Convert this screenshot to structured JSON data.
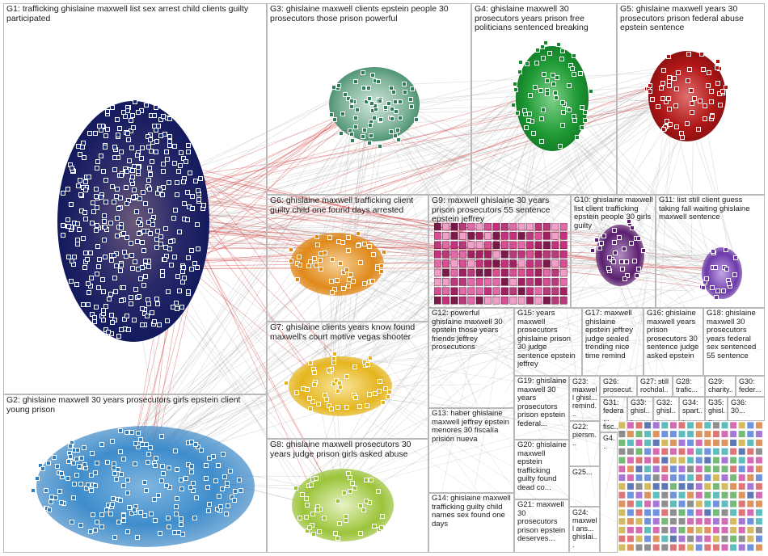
{
  "groups": [
    {
      "id": "G1",
      "label": "G1: trafficking ghislaine maxwell list sex arrest child clients guilty participated",
      "color": "#1a1f6e"
    },
    {
      "id": "G2",
      "label": "G2: ghislaine maxwell 30 years prosecutors girls epstein client young prison",
      "color": "#2f7fc0"
    },
    {
      "id": "G3",
      "label": "G3: ghislaine maxwell clients epstein people 30 prosecutors those prison powerful",
      "color": "#2f7f5a"
    },
    {
      "id": "G4",
      "label": "G4: ghislaine maxwell 30 prosecutors years prison free politicians sentenced breaking",
      "color": "#138a2b"
    },
    {
      "id": "G5",
      "label": "G5: ghislaine maxwell years 30 prosecutors prison federal abuse epstein sentence",
      "color": "#b01616"
    },
    {
      "id": "G6",
      "label": "G6: ghislaine maxwell trafficking client guilty child one found days arrested",
      "color": "#e0891a"
    },
    {
      "id": "G7",
      "label": "G7: ghislaine clients years know found maxwell's court motive vegas shooter",
      "color": "#e6b51d"
    },
    {
      "id": "G8",
      "label": "G8: ghislaine maxwell prosecutors 30 years judge prison girls asked abuse",
      "color": "#9bc43a"
    },
    {
      "id": "G9",
      "label": "G9: maxwell ghislaine 30 years prison prosecutors 55 sentence epstein jeffrey",
      "color": "#c6307f"
    },
    {
      "id": "G10",
      "label": "G10: ghislaine maxwell list client trafficking epstein people 30 girls guilty",
      "color": "#5a1f6e"
    },
    {
      "id": "G11",
      "label": "G11: list still client guess taking fall waiting ghislaine maxwell sentence",
      "color": "#6b3aa8"
    },
    {
      "id": "G12",
      "label": "G12: powerful ghislaine maxwell 30 epstein those years friends jeffrey prosecutions",
      "color": "#3a3a8f"
    },
    {
      "id": "G13",
      "label": "G13: haber ghislaine maxwell jeffrey epstein menores 30 fiscalía prisión nueva",
      "color": "#1c1c60"
    },
    {
      "id": "G14",
      "label": "G14: ghislaine maxwell trafficking guilty child names sex found one days",
      "color": "#24246a"
    },
    {
      "id": "G15",
      "label": "G15: years maxwell prosecutors ghislaine prison 30 judge sentence epstein jeffrey",
      "color": "#505050"
    },
    {
      "id": "G16",
      "label": "G16: ghislaine maxwell years prison prosecutors 30 sentence judge asked epstein",
      "color": "#505050"
    },
    {
      "id": "G17",
      "label": "G17: maxwell ghislaine epstein jeffrey judge sealed trending nice time remind",
      "color": "#505050"
    },
    {
      "id": "G18",
      "label": "G18: ghislaine maxwell 30 prosecutors years federal sex sentenced 55 sentence",
      "color": "#505050"
    },
    {
      "id": "G19",
      "label": "G19: ghislaine maxwell 30 years prosecutors prison epstein federal...",
      "color": "#505050"
    },
    {
      "id": "G20",
      "label": "G20: ghislaine maxwell epstein trafficking guilty found dead co...",
      "color": "#505050"
    },
    {
      "id": "G21",
      "label": "G21: maxwell 30 prosecutors prison epstein deserves...",
      "color": "#505050"
    },
    {
      "id": "G22",
      "label": "G22: piersm...",
      "color": "#505050"
    },
    {
      "id": "G23",
      "label": "G23: maxwell ghisl... remind...",
      "color": "#505050"
    },
    {
      "id": "G24",
      "label": "G24: maxwell ans... ghislai...",
      "color": "#505050"
    },
    {
      "id": "G25",
      "label": "G25...",
      "color": "#505050"
    },
    {
      "id": "G26",
      "label": "G26: prosecut...",
      "color": "#505050"
    },
    {
      "id": "G27",
      "label": "G27: still rochdal...",
      "color": "#505050"
    },
    {
      "id": "G28",
      "label": "G28: trafic...",
      "color": "#505050"
    },
    {
      "id": "G29",
      "label": "G29: charity...",
      "color": "#505050"
    },
    {
      "id": "G30",
      "label": "G30: feder...",
      "color": "#505050"
    },
    {
      "id": "G31",
      "label": "G31: federa... fisc...",
      "color": "#505050"
    },
    {
      "id": "G32",
      "label": "G32: ghisl...",
      "color": "#505050"
    },
    {
      "id": "G33",
      "label": "G33: ghisl...",
      "color": "#505050"
    },
    {
      "id": "G34",
      "label": "G34: spart...",
      "color": "#505050"
    },
    {
      "id": "G35",
      "label": "G35: ghisl...",
      "color": "#505050"
    },
    {
      "id": "G36",
      "label": "G36: 30...",
      "color": "#505050"
    },
    {
      "id": "G4x",
      "label": "G4...",
      "color": "#505050"
    }
  ]
}
